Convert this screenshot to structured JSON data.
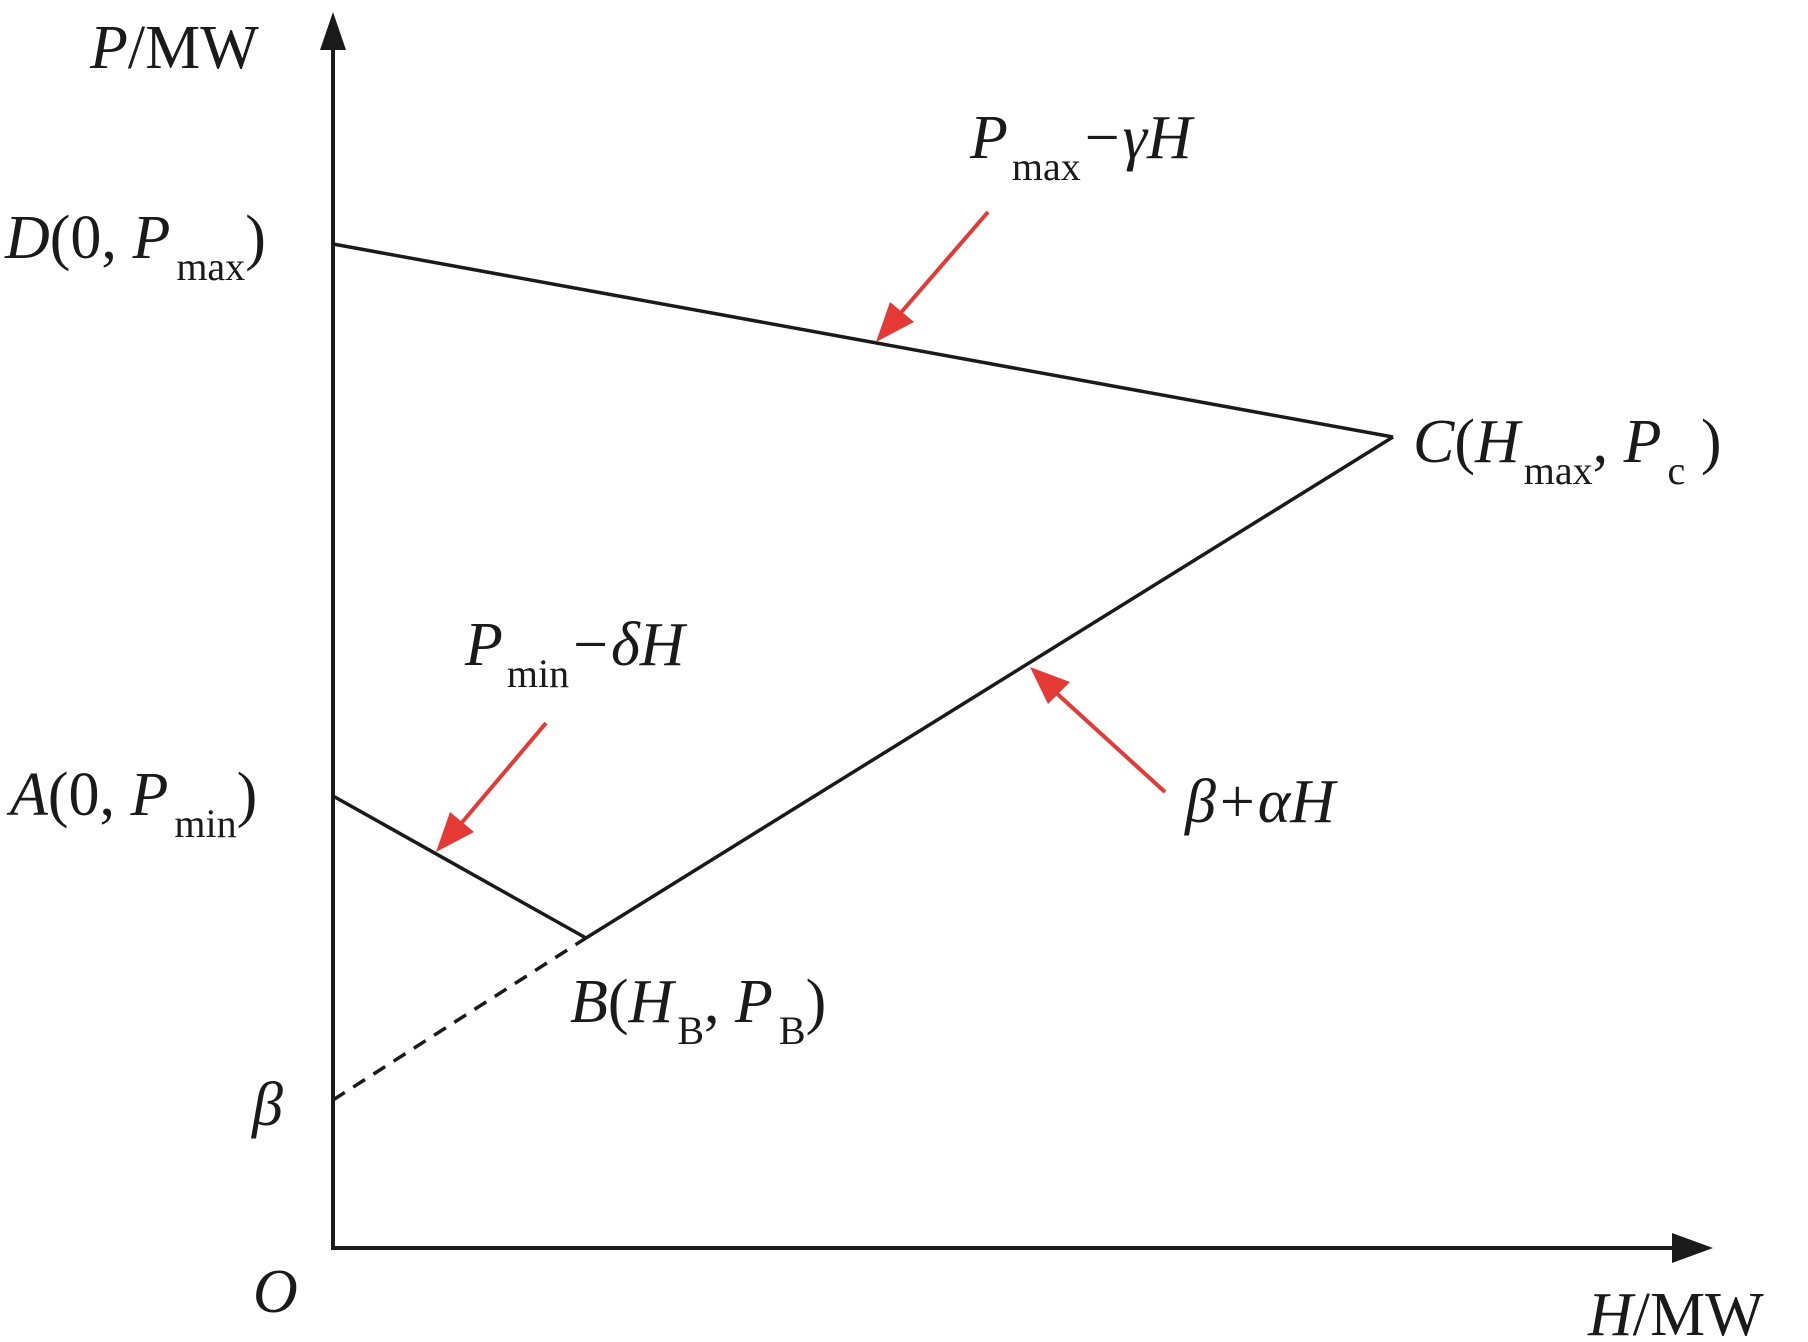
{
  "axes": {
    "y_label_var": "P",
    "y_label_unit": "/MW",
    "x_label_var": "H",
    "x_label_unit": "/MW",
    "origin": "O"
  },
  "points": {
    "D": {
      "name": "D",
      "open": "(0, ",
      "var": "P",
      "sub": "max",
      "close": ")"
    },
    "C": {
      "name": "C",
      "open": "(",
      "var1": "H",
      "sub1": "max",
      "sep": ", ",
      "var2": "P",
      "sub2": "c",
      "close": " )"
    },
    "A": {
      "name": "A",
      "open": "(0, ",
      "var": "P",
      "sub": "min",
      "close": ")"
    },
    "B": {
      "name": "B",
      "open": "(",
      "var1": "H",
      "sub1": "B",
      "sep": ", ",
      "var2": "P",
      "sub2": "B",
      "close": ")"
    },
    "beta": "β"
  },
  "formulas": {
    "top": {
      "var": "P",
      "sub": "max",
      "rest": "−γH"
    },
    "left": {
      "var": "P",
      "sub": "min",
      "rest": "−δH"
    },
    "right": "β+αH"
  },
  "colors": {
    "line": "#1a1a1a",
    "annotation_arrow": "#e53935"
  }
}
